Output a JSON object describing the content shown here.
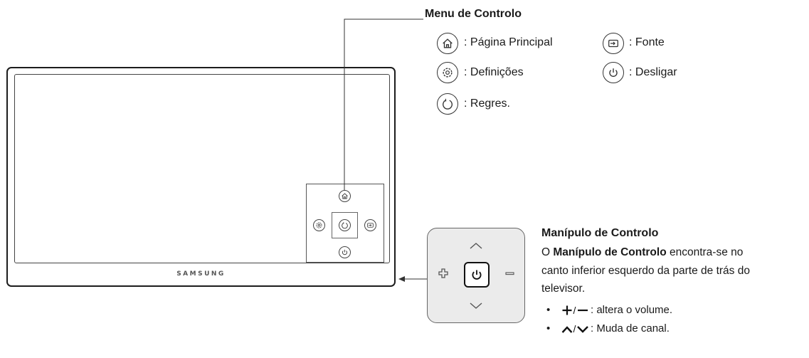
{
  "tv": {
    "brand": "SAMSUNG"
  },
  "control_menu": {
    "title": "Menu de Controlo",
    "items": [
      {
        "icon": "home-icon",
        "label": ": Página Principal"
      },
      {
        "icon": "source-icon",
        "label": ": Fonte"
      },
      {
        "icon": "settings-icon",
        "label": ": Definições"
      },
      {
        "icon": "power-icon",
        "label": ": Desligar"
      },
      {
        "icon": "return-icon",
        "label": ": Regres."
      }
    ]
  },
  "joystick": {
    "title": "Manípulo de Controlo",
    "desc_prefix": "O ",
    "desc_bold": "Manípulo de Controlo",
    "desc_rest_1": " encontra-se no",
    "desc_line_2": "canto inferior esquerdo da parte de trás do",
    "desc_line_3": "televisor.",
    "bullets": [
      {
        "icon": "plus-minus-icon",
        "text": ": altera o volume."
      },
      {
        "icon": "up-down-chevron-icon",
        "text": ": Muda de canal."
      }
    ]
  }
}
